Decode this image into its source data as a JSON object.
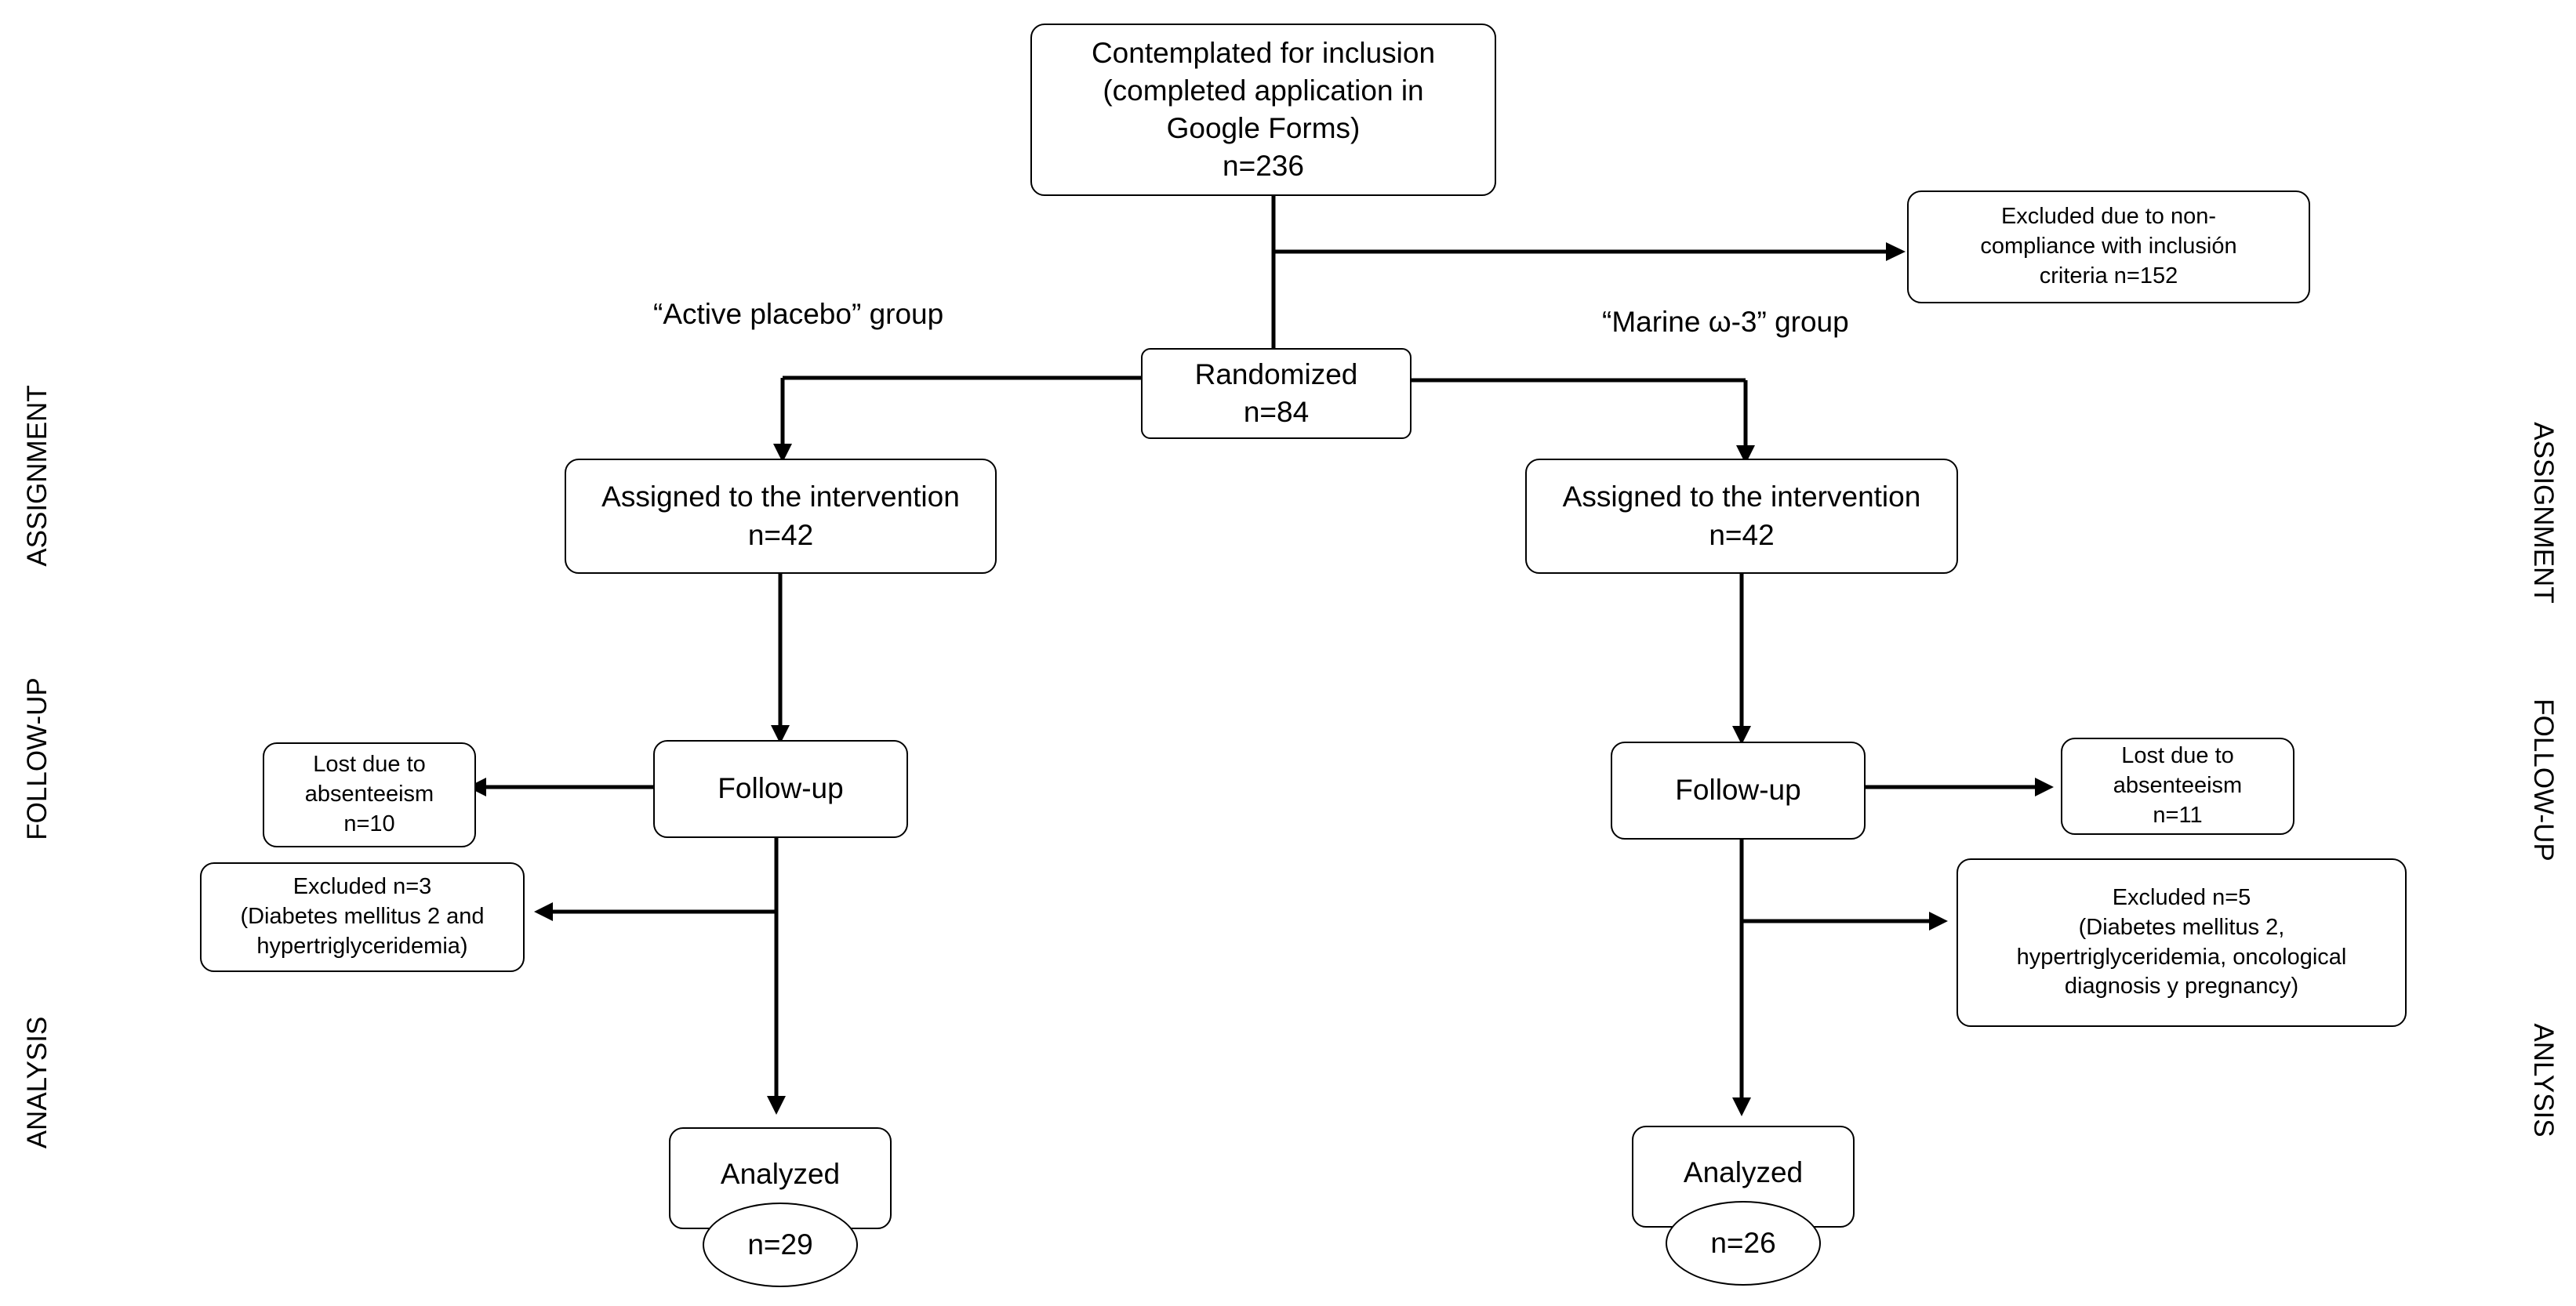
{
  "diagram": {
    "side_labels_left": [
      "ASSIGNMENT",
      "FOLLOW-UP",
      "ANALYSIS"
    ],
    "side_labels_right": [
      "ASSIGNMENT",
      "FOLLOW-UP",
      "ANLYSIS"
    ],
    "group_labels": {
      "left": "“Active placebo” group",
      "right": "“Marine ω-3” group"
    },
    "boxes": {
      "inclusion": [
        "Contemplated for inclusion",
        "(completed application in",
        "Google Forms)",
        "n=236"
      ],
      "excluded_top": [
        "Excluded due to non-",
        "compliance with inclusión",
        "criteria n=152"
      ],
      "randomized": [
        "Randomized",
        "n=84"
      ],
      "assigned_left": [
        "Assigned to the intervention",
        "n=42"
      ],
      "assigned_right": [
        "Assigned to the intervention",
        "n=42"
      ],
      "followup_left": "Follow-up",
      "followup_right": "Follow-up",
      "lost_left": [
        "Lost due to",
        "absenteeism",
        "n=10"
      ],
      "lost_right": [
        "Lost due to",
        "absenteeism",
        "n=11"
      ],
      "excluded_left": [
        "Excluded n=3",
        "(Diabetes mellitus 2 and",
        "hypertriglyceridemia)"
      ],
      "excluded_right": [
        "Excluded n=5",
        "(Diabetes mellitus 2,",
        "hypertriglyceridemia, oncological",
        "diagnosis y pregnancy)"
      ],
      "analyzed_left": "Analyzed",
      "analyzed_right": "Analyzed",
      "n_left": "n=29",
      "n_right": "n=26"
    }
  }
}
